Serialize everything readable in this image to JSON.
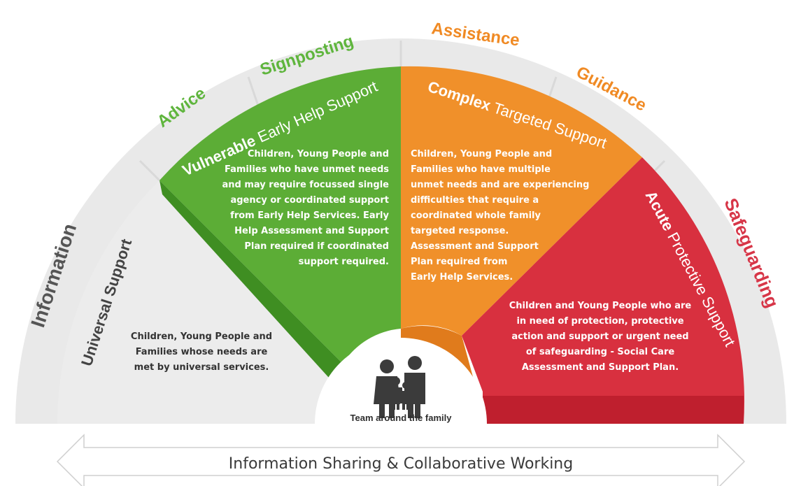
{
  "outer_arc": {
    "labels": {
      "information": "Information",
      "advice": "Advice",
      "signposting": "Signposting",
      "assistance": "Assistance",
      "guidance": "Guidance",
      "safeguarding": "Safeguarding"
    }
  },
  "levels": {
    "universal": {
      "title": "Universal Support",
      "description": [
        "Children, Young People and",
        "Families whose needs are",
        "met by universal services."
      ]
    },
    "vulnerable": {
      "title_bold": "Vulnerable",
      "title_rest": " Early Help Support",
      "description": [
        "Children, Young People and",
        "Families who have unmet needs",
        "and may require focussed single",
        "agency or coordinated support",
        "from Early Help Services. Early",
        "Help Assessment and Support",
        "Plan required if coordinated",
        "support required."
      ]
    },
    "complex": {
      "title_bold": "Complex",
      "title_rest": " Targeted Support",
      "description": [
        "Children, Young People and",
        "Families who have multiple",
        "unmet needs and are experiencing",
        "difficulties that require a",
        "coordinated whole family",
        "targeted response.",
        "Assessment and Support",
        "Plan required from",
        "Early Help Services."
      ]
    },
    "acute": {
      "title_bold": "Acute",
      "title_rest": " Protective Support",
      "description": [
        "Children and Young People who are",
        "in need of protection, protective",
        "action and support or urgent need",
        "of safeguarding - Social Care",
        "Assessment and Support Plan."
      ]
    }
  },
  "center": {
    "label": "Team around the family",
    "icon": "family-icon"
  },
  "bottom_arrow": {
    "label": "Information Sharing & Collaborative Working"
  },
  "colors": {
    "outer_arc": "#e8e8e8",
    "outer_text_left": "#555555",
    "outer_text_green": "#5fb53d",
    "outer_text_orange": "#f08a24",
    "outer_text_red": "#d73648",
    "universal": "#ececec",
    "vulnerable": "#5cad36",
    "complex": "#f0902a",
    "acute": "#d8303f",
    "text_dark": "#3a3a3a"
  }
}
